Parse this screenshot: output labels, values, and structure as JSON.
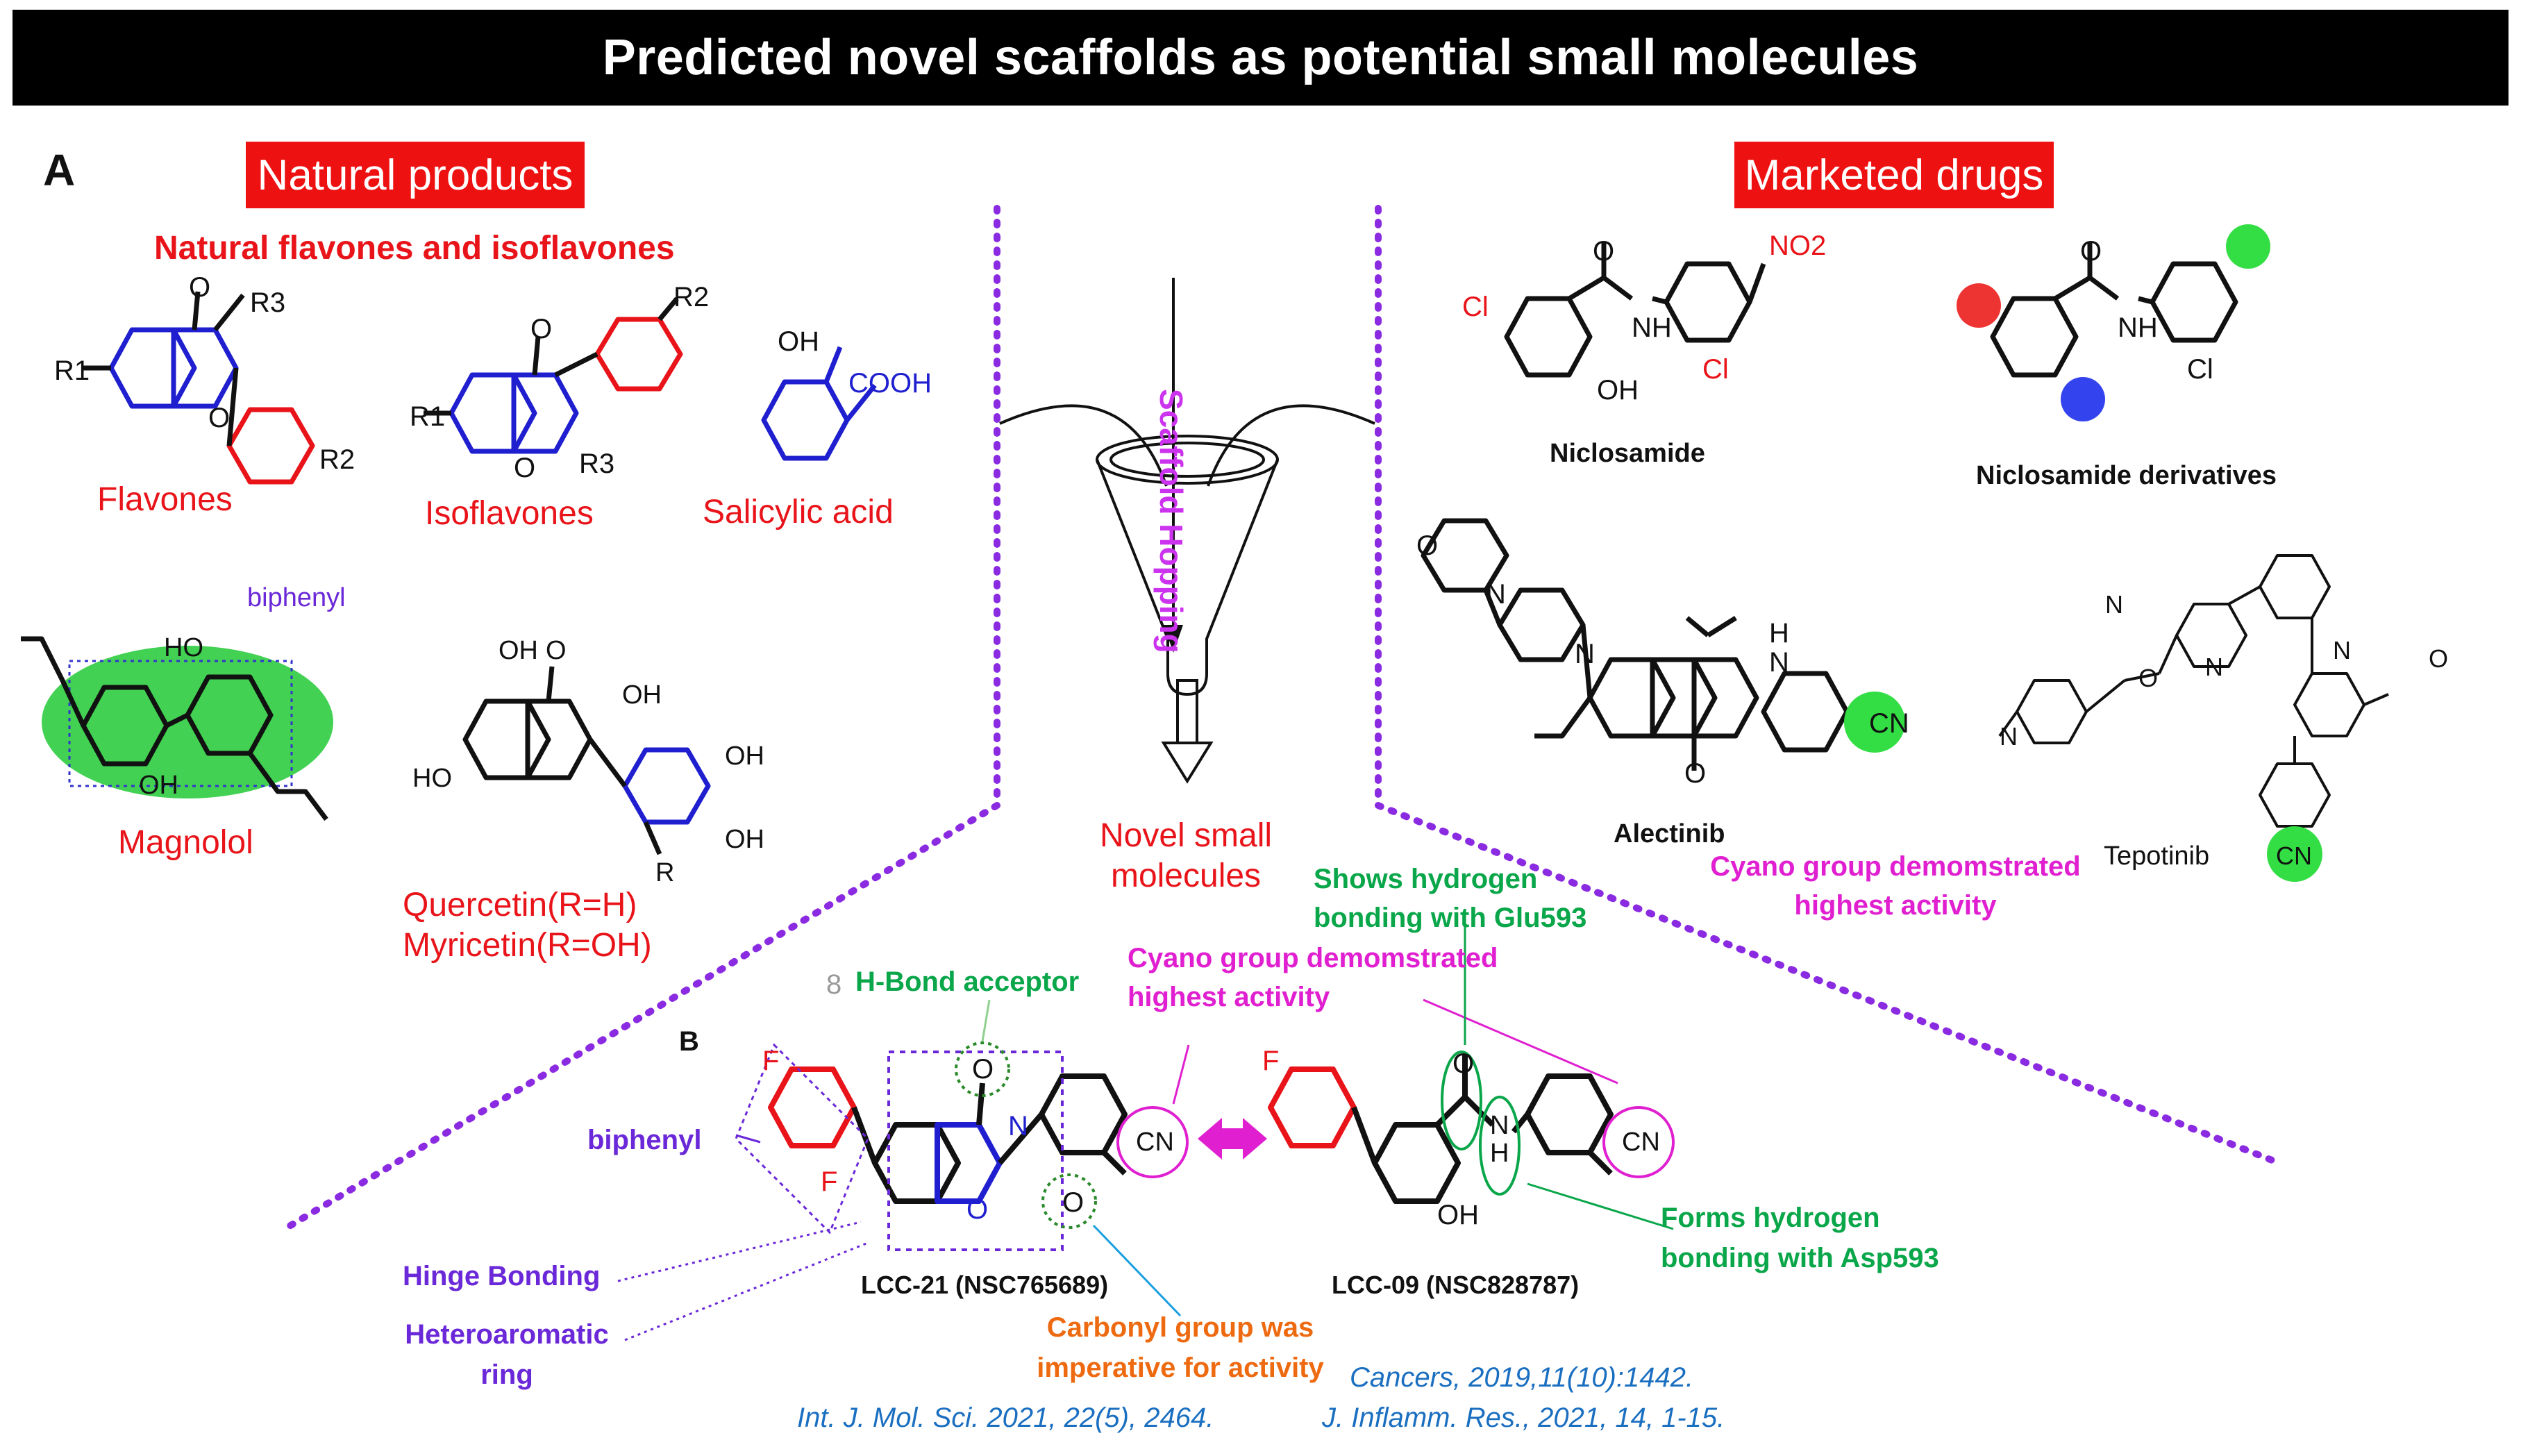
{
  "title": "Predicted novel scaffolds as potential small molecules",
  "panel_a": "A",
  "panel_b": "B",
  "natural_products": {
    "header": "Natural products",
    "subheader": "Natural flavones and isoflavones",
    "flavones": "Flavones",
    "isoflavones": "Isoflavones",
    "salicylic_acid": "Salicylic acid",
    "magnolol": "Magnolol",
    "biphenyl": "biphenyl",
    "quercetin": "Quercetin(R=H)",
    "myricetin": "Myricetin(R=OH)"
  },
  "substituents": {
    "r1": "R1",
    "r2": "R2",
    "r3": "R3",
    "r": "R",
    "o": "O",
    "oh": "OH",
    "ho": "HO",
    "cooh": "COOH",
    "n": "N",
    "nh": "NH",
    "h": "H",
    "cl": "Cl",
    "f": "F",
    "cn": "CN",
    "no2": "NO2"
  },
  "funnel": {
    "arrow_label": "Scaffold Hopping",
    "output_line1": "Novel small",
    "output_line2": "molecules"
  },
  "marketed_drugs": {
    "header": "Marketed drugs",
    "niclosamide": "Niclosamide",
    "niclosamide_derivatives": "Niclosamide derivatives",
    "alectinib": "Alectinib",
    "tepotinib": "Tepotinib",
    "cyano_note_line1": "Cyano group demomstrated",
    "cyano_note_line2": "highest activity"
  },
  "panel_b_notes": {
    "eight": "8",
    "h_bond_acceptor": "H-Bond acceptor",
    "cyano_line1": "Cyano group demomstrated",
    "cyano_line2": "highest activity",
    "shows_hbond_line1": "Shows hydrogen",
    "shows_hbond_line2": "bonding  with Glu593",
    "biphenyl": "biphenyl",
    "lcc21": "LCC-21 (NSC765689)",
    "lcc09": "LCC-09 (NSC828787)",
    "forms_hbond_line1": "Forms hydrogen",
    "forms_hbond_line2": "bonding  with Asp593",
    "hinge_bonding": "Hinge Bonding",
    "hetero_line1": "Heteroaromatic",
    "hetero_line2": "ring",
    "carbonyl_line1": "Carbonyl group was",
    "carbonyl_line2": "imperative for activity"
  },
  "citations": {
    "ijms": "Int. J. Mol. Sci. 2021, 22(5), 2464.",
    "cancers": "Cancers, 2019,11(10):1442.",
    "jir": "J. Inflamm. Res., 2021, 14, 1-15."
  },
  "colors": {
    "red": "#e8141a",
    "blue": "#1f1fd0",
    "green": "#0aa64a",
    "magenta": "#e020d0",
    "violet": "#6a28d8",
    "orange": "#ee6a10"
  }
}
